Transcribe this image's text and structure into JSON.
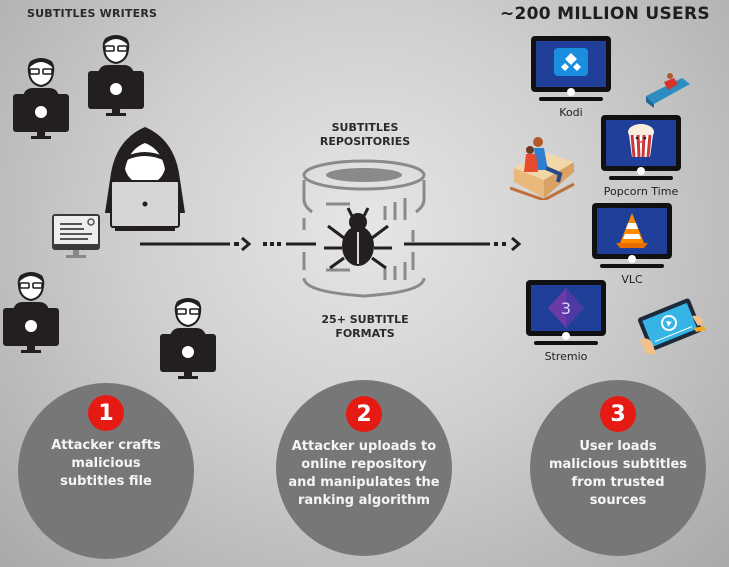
{
  "left": {
    "title": "SUBTITLES WRITERS"
  },
  "center": {
    "title_line1": "SUBTITLES",
    "title_line2": "REPOSITORIES",
    "formats_line1": "25+ SUBTITLE",
    "formats_line2": "FORMATS"
  },
  "right": {
    "title": "~200 MILLION USERS",
    "players": [
      {
        "name": "Kodi",
        "icon": "kodi-logo-icon"
      },
      {
        "name": "Popcorn Time",
        "icon": "popcorn-icon"
      },
      {
        "name": "VLC",
        "icon": "vlc-cone-icon"
      },
      {
        "name": "Stremio",
        "icon": "stremio-logo-icon"
      }
    ]
  },
  "steps": [
    {
      "number": "1",
      "lines": [
        "Attacker crafts",
        "malicious",
        "subtitles file"
      ]
    },
    {
      "number": "2",
      "lines": [
        "Attacker uploads to",
        "online repository",
        "and manipulates the",
        "ranking algorithm"
      ]
    },
    {
      "number": "3",
      "lines": [
        "User loads",
        "malicious subtitles",
        "from trusted",
        "sources"
      ]
    }
  ],
  "colors": {
    "accent_red": "#e41a13",
    "circle_gray": "#777777",
    "tv_blue": "#1f3f99",
    "icon_dark": "#231f20"
  }
}
